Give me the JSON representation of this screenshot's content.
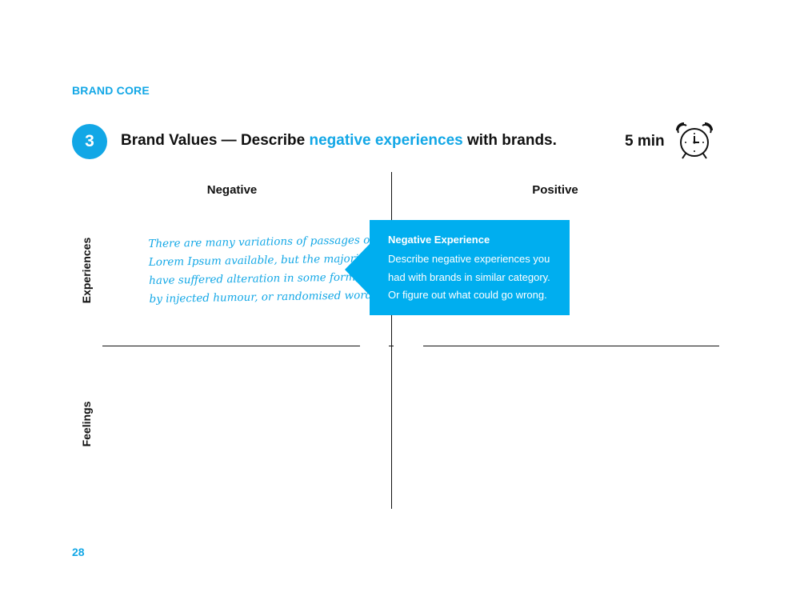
{
  "header": {
    "section_label": "BRAND CORE",
    "step_number": "3",
    "heading_prefix": "Brand Values — Describe ",
    "heading_highlight": "negative experiences",
    "heading_suffix": " with brands.",
    "duration": "5 min",
    "timer_icon": "alarm-clock-icon"
  },
  "matrix": {
    "columns": [
      "Negative",
      "Positive"
    ],
    "rows": [
      "Experiences",
      "Feelings"
    ]
  },
  "note": {
    "lines": [
      "There are many variations of passages of",
      "Lorem Ipsum available, but the majority",
      "have suffered alteration in some form,",
      "by injected humour, or randomised words"
    ]
  },
  "callout": {
    "title": "Negative Experience",
    "lines": [
      "Describe negative experiences you",
      "had with brands in similar category.",
      "Or figure out what could go wrong."
    ]
  },
  "footer": {
    "page_number": "28"
  },
  "colors": {
    "accent": "#12a7e6",
    "callout": "#00aeef",
    "text": "#111111"
  }
}
